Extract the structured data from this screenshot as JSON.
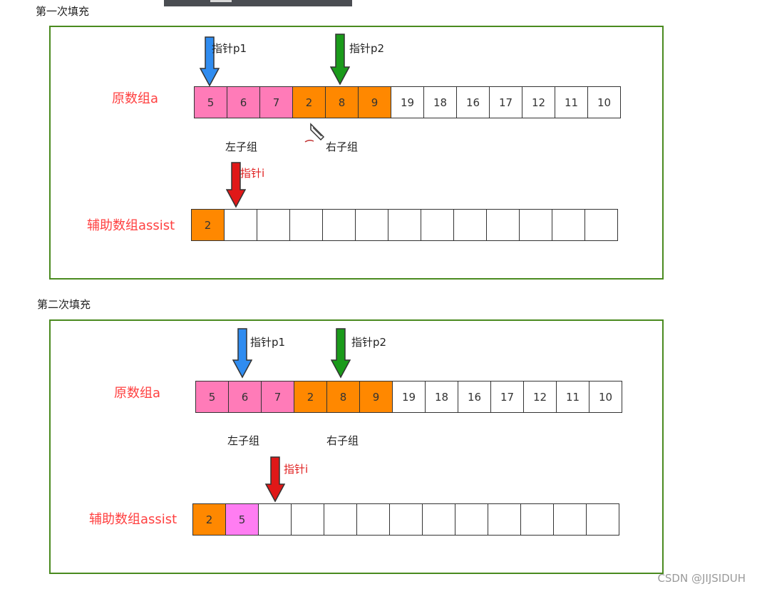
{
  "top_bar": {
    "icon": "window-bar"
  },
  "watermark": "CSDN @JIJSIDUH",
  "panels": [
    {
      "heading": "第一次填充",
      "original_label": "原数组a",
      "assist_label": "辅助数组assist",
      "left_group_label": "左子组",
      "right_group_label": "右子组",
      "pointer_p1": "指针p1",
      "pointer_p2": "指针p2",
      "pointer_i": "指针i",
      "original_cells": [
        "5",
        "6",
        "7",
        "2",
        "8",
        "9",
        "19",
        "18",
        "16",
        "17",
        "12",
        "11",
        "10"
      ],
      "assist_cells": [
        "2",
        "",
        "",
        "",
        "",
        "",
        "",
        "",
        "",
        "",
        "",
        "",
        ""
      ]
    },
    {
      "heading": "第二次填充",
      "original_label": "原数组a",
      "assist_label": "辅助数组assist",
      "left_group_label": "左子组",
      "right_group_label": "右子组",
      "pointer_p1": "指针p1",
      "pointer_p2": "指针p2",
      "pointer_i": "指针i",
      "original_cells": [
        "5",
        "6",
        "7",
        "2",
        "8",
        "9",
        "19",
        "18",
        "16",
        "17",
        "12",
        "11",
        "10"
      ],
      "assist_cells": [
        "2",
        "5",
        "",
        "",
        "",
        "",
        "",
        "",
        "",
        "",
        "",
        "",
        ""
      ]
    }
  ],
  "colors": {
    "frame": "#4a8a1f",
    "left_group": "#ff7bb8",
    "right_group": "#ff8800",
    "filled_from_left": "#ff7df2",
    "pointer_p1": "#2f8cf0",
    "pointer_p2": "#1a9a1a",
    "pointer_i": "#e01818",
    "label_red": "#ff4040"
  }
}
